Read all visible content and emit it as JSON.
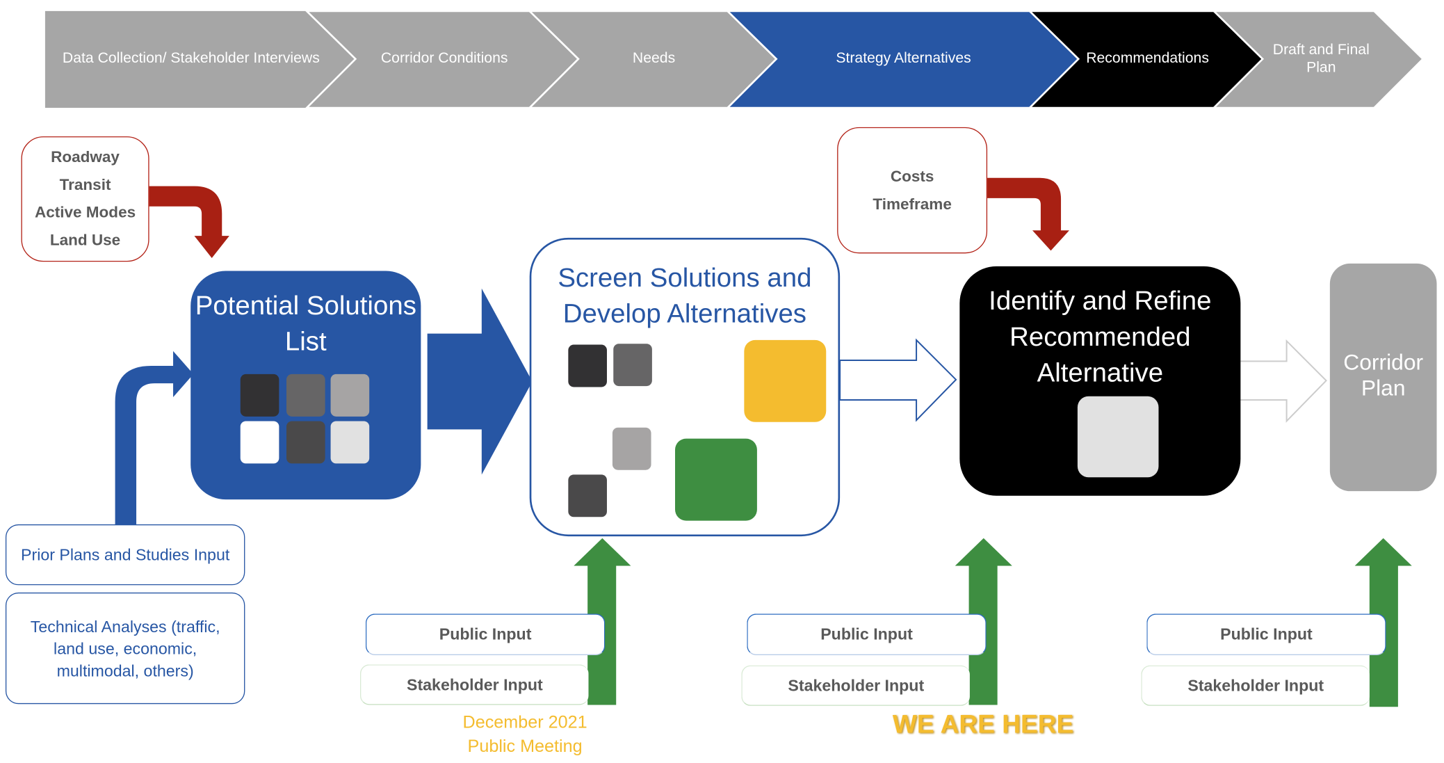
{
  "process_steps": [
    {
      "label": "Data Collection/ Stakeholder Interviews",
      "fill": "#a6a6a6",
      "text_color": "#ffffff"
    },
    {
      "label": "Corridor Conditions",
      "fill": "#a6a6a6",
      "text_color": "#ffffff"
    },
    {
      "label": "Needs",
      "fill": "#a6a6a6",
      "text_color": "#ffffff"
    },
    {
      "label": "Strategy Alternatives",
      "fill": "#2756a4",
      "text_color": "#ffffff"
    },
    {
      "label": "Recommendations",
      "fill": "#000000",
      "text_color": "#ffffff"
    },
    {
      "label": "Draft and Final Plan",
      "fill": "#a6a6a6",
      "text_color": "#ffffff"
    }
  ],
  "inputs_left": {
    "items": [
      "Roadway",
      "Transit",
      "Active Modes",
      "Land Use"
    ]
  },
  "inputs_right": {
    "items": [
      "Costs",
      "Timeframe"
    ]
  },
  "stages": {
    "potential": {
      "title": "Potential Solutions List"
    },
    "screen": {
      "title": "Screen Solutions and Develop Alternatives"
    },
    "identify": {
      "title": "Identify and Refine Recommended Alternative"
    },
    "corridor": {
      "title": "Corridor Plan"
    }
  },
  "sources": {
    "prior_plans": "Prior Plans and Studies Input",
    "technical": "Technical Analyses (traffic, land use, economic, multimodal, others)"
  },
  "feedback_groups": [
    {
      "public": "Public Input",
      "stakeholder": "Stakeholder Input"
    },
    {
      "public": "Public Input",
      "stakeholder": "Stakeholder Input"
    },
    {
      "public": "Public Input",
      "stakeholder": "Stakeholder Input"
    }
  ],
  "meeting_note": {
    "line1": "December 2021",
    "line2": "Public Meeting"
  },
  "here_marker": "WE ARE HERE",
  "colors": {
    "blue": "#2756a4",
    "black": "#000000",
    "gray": "#a6a6a6",
    "red_arrow": "#a82013",
    "green_arrow": "#3e8e41",
    "yellow": "#f4bc2f",
    "green_tile": "#3e8e41"
  }
}
